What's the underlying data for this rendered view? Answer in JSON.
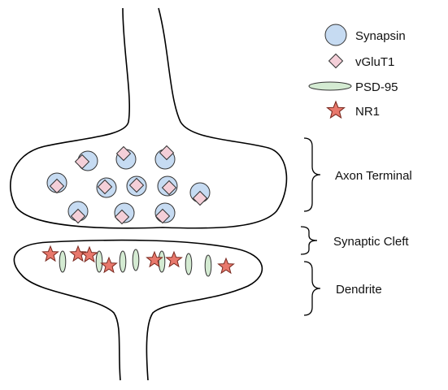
{
  "legend": {
    "synapsin": {
      "label": "Synapsin",
      "icon": "synapsin-circle-icon",
      "color": "#c6dbf2"
    },
    "vglut1": {
      "label": "vGluT1",
      "icon": "vglut1-diamond-icon",
      "color": "#f4cfd8"
    },
    "psd95": {
      "label": "PSD-95",
      "icon": "psd95-ellipse-icon",
      "color": "#d4ebd2"
    },
    "nr1": {
      "label": "NR1",
      "icon": "nr1-star-icon",
      "color": "#e8786c"
    }
  },
  "regions": {
    "axon_terminal": "Axon Terminal",
    "synaptic_cleft": "Synaptic Cleft",
    "dendrite": "Dendrite"
  },
  "colors": {
    "outline": "#000000"
  }
}
